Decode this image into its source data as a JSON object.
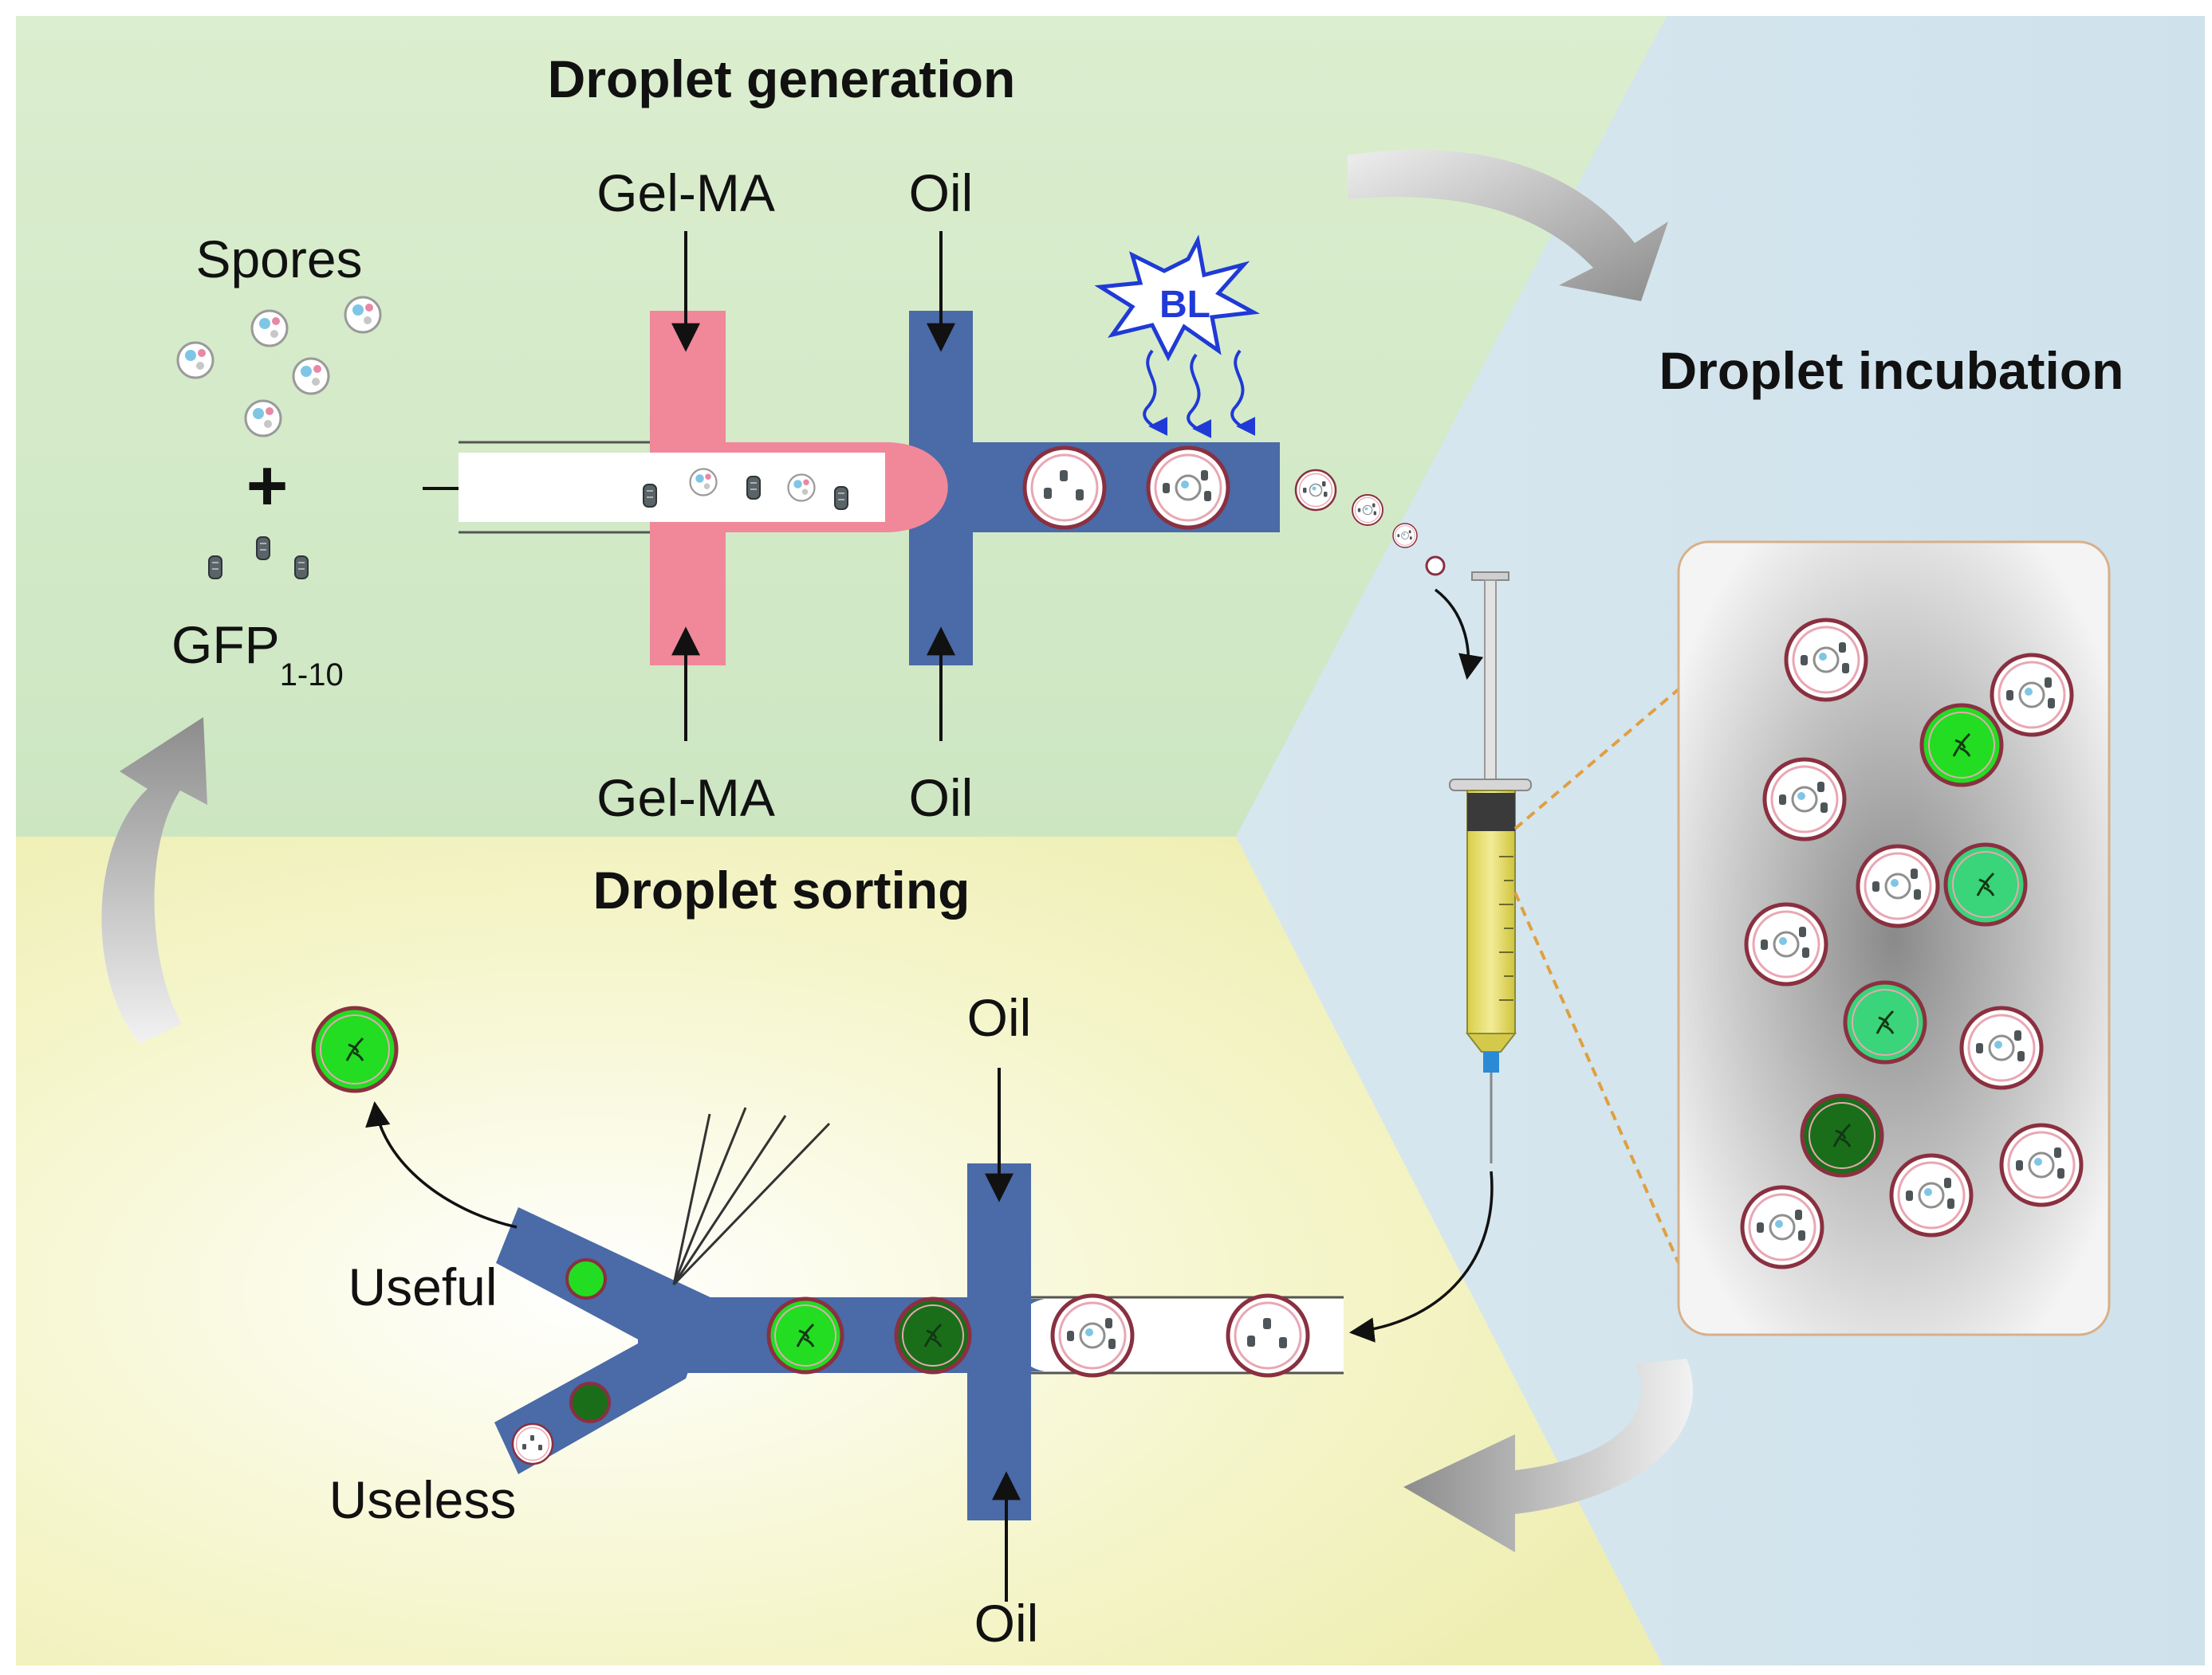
{
  "sections": {
    "generation_title": "Droplet generation",
    "incubation_title": "Droplet incubation",
    "sorting_title": "Droplet sorting"
  },
  "labels": {
    "spores": "Spores",
    "plus": "+",
    "gfp_main": "GFP",
    "gfp_sub": "1-10",
    "gelma_top": "Gel-MA",
    "gelma_bottom": "Gel-MA",
    "oil_gen_top": "Oil",
    "oil_gen_bottom": "Oil",
    "bl": "BL",
    "oil_sort_top": "Oil",
    "oil_sort_bottom": "Oil",
    "useful": "Useful",
    "useless": "Useless"
  },
  "colors": {
    "generation_bg": "#d6ebcb",
    "incubation_bg": "#d8e8f0",
    "sorting_bg": "#f0f0b8",
    "oil_channel": "#4a6aa8",
    "gelma_channel": "#f0889a",
    "droplet_rim": "#8a3040",
    "gfp_bright": "#22dd22",
    "gfp_dark": "#1a6e1a",
    "bl_blue": "#1f3ad6",
    "syringe_liquid": "#e8df6a"
  }
}
